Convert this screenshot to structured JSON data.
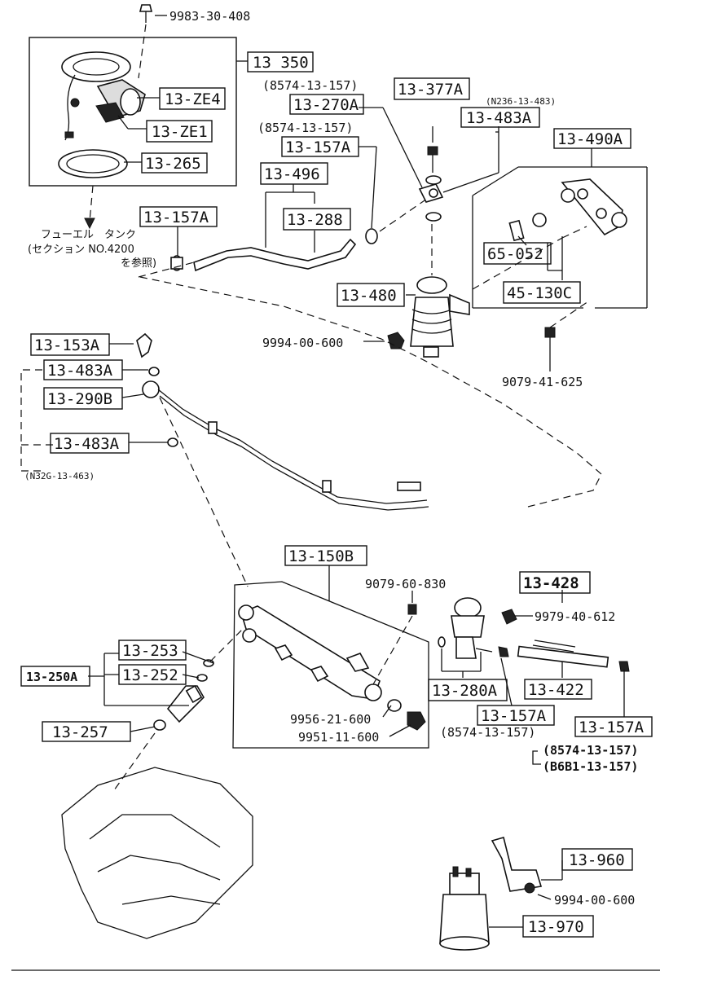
{
  "labels": {
    "bolt_top": "9983-30-408",
    "p13350": "13 350",
    "p13ZE4": "13-ZE4",
    "p13ZE1": "13-ZE1",
    "p13265": "13-265",
    "note_8574_a": "(8574-13-157)",
    "p13270A": "13-270A",
    "p13377A": "13-377A",
    "note_n3a": "(N236-13-483)",
    "p13483A_top": "13-483A",
    "note_8574_b": "(8574-13-157)",
    "p13157A_a": "13-157A",
    "p13490A": "13-490A",
    "p13496": "13-496",
    "p13288": "13-288",
    "p13157A_b": "13-157A",
    "jp1": "フューエル　タンク",
    "jp2": "(セクション NO.4200",
    "jp3": "を参照)",
    "p65052": "65-052",
    "p13480": "13-480",
    "p45130C": "45-130C",
    "bolt_9994_a": "9994-00-600",
    "bolt_9079_625": "9079-41-625",
    "p13153A": "13-153A",
    "p13483A_b": "13-483A",
    "p13290B": "13-290B",
    "p13483A_c": "13-483A",
    "note_n32g": "(N32G-13-463)",
    "p13150B": "13-150B",
    "bolt_9079_830": "9079-60-830",
    "p13428": "13-428",
    "bolt_9979": "9979-40-612",
    "p13253": "13-253",
    "p13250A": "13-250A",
    "p13252": "13-252",
    "p13280A": "13-280A",
    "p13422": "13-422",
    "bolt_9956": "9956-21-600",
    "p13157A_c": "13-157A",
    "p13157A_d": "13-157A",
    "p13257": "13-257",
    "bolt_9951": "9951-11-600",
    "note_8574_c": "(8574-13-157)",
    "note_8574_d": "(8574-13-157)",
    "note_b6b1": "(B6B1-13-157)",
    "p13960": "13-960",
    "bolt_9994_b": "9994-00-600",
    "p13970": "13-970"
  }
}
